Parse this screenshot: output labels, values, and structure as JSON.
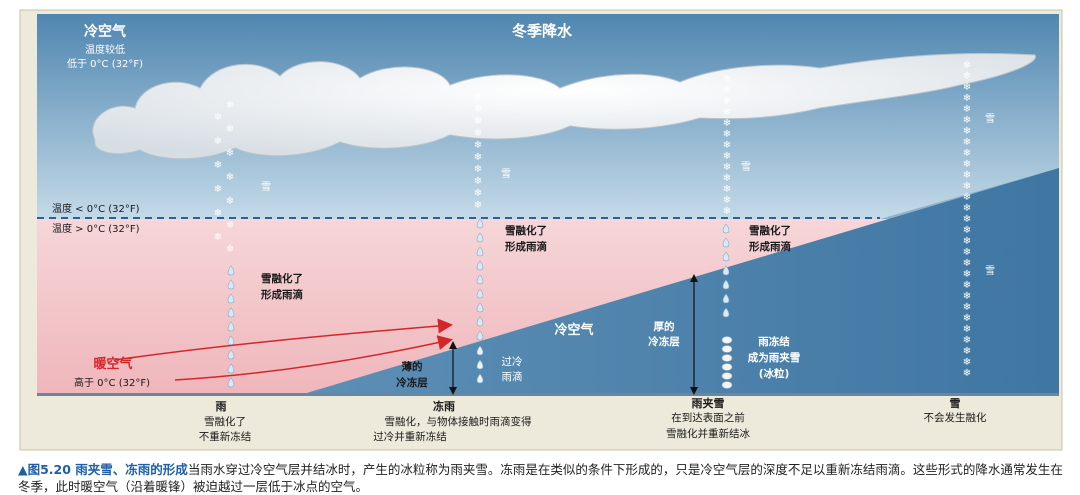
{
  "diagram": {
    "title": "冬季降水",
    "cold_air_top": {
      "title": "冷空气",
      "line1": "温度较低",
      "line2": "低于 0°C (32°F)"
    },
    "temp_below": "温度 < 0°C (32°F)",
    "temp_above": "温度 > 0°C (32°F)",
    "warm_air": {
      "title": "暖空气",
      "sub": "高于 0°C (32°F)"
    },
    "cold_air_wedge": "冷空气",
    "snow_label": "雪",
    "melt_label": [
      "雪融化了",
      "形成雨滴"
    ],
    "thin_layer": [
      "薄的",
      "冷冻层"
    ],
    "thick_layer": [
      "厚的",
      "冷冻层"
    ],
    "supercooled": [
      "过冷",
      "雨滴"
    ],
    "sleet_note": [
      "雨冻结",
      "成为雨夹雪",
      "(冰粒)"
    ],
    "columns": [
      {
        "name": "雨",
        "desc": [
          "雪融化了",
          "不重新冻结"
        ]
      },
      {
        "name": "冻雨",
        "desc": [
          "雪融化，与物体接触时雨滴变得",
          "过冷并重新冻结"
        ]
      },
      {
        "name": "雨夹雪",
        "desc": [
          "在到达表面之前",
          "雪融化并重新结冰"
        ]
      },
      {
        "name": "雪",
        "desc": [
          "不会发生融化"
        ]
      }
    ]
  },
  "caption": {
    "fig_label": "▲图5.20 雨夹雪、冻雨的形成",
    "text": "当雨水穿过冷空气层并结冰时，产生的冰粒称为雨夹雪。冻雨是在类似的条件下形成的，只是冷空气层的深度不足以重新冻结雨滴。这些形式的降水通常发生在冬季，此时暖空气（沿着暖锋）被迫越过一层低于冰点的空气。"
  },
  "colors": {
    "sky_top": "#5a8fb5",
    "sky_mid": "#9dbfd6",
    "warm_band": "#f2c4c8",
    "cold_wedge": "#4a7fa8",
    "ground": "#e9e4d2",
    "arrow": "#d3262b",
    "dashed": "#2d5f9c"
  }
}
